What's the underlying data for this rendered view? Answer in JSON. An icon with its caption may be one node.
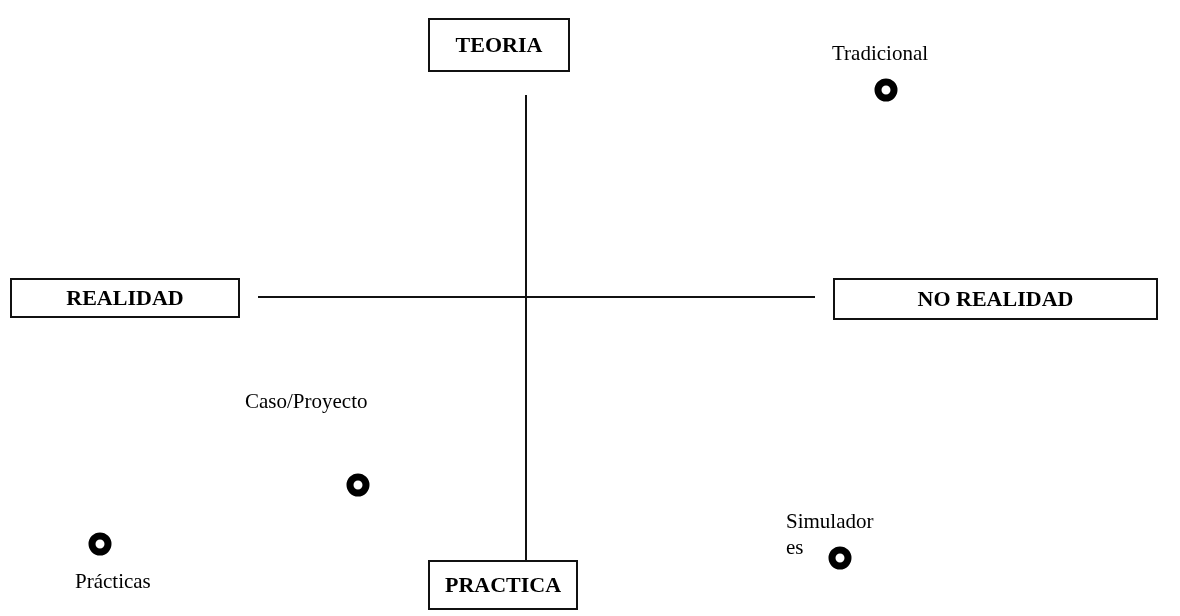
{
  "diagram": {
    "nodes": [
      {
        "text": [
          "TEORIA"
        ]
      },
      {
        "text": [
          "REALIDAD"
        ]
      },
      {
        "text": [
          "NO REALIDAD"
        ]
      },
      {
        "text": [
          "PRACTICA"
        ]
      }
    ],
    "labels": [
      "Tradicional",
      "Caso/Proyecto",
      "Simulador es",
      "Prácticas"
    ]
  }
}
